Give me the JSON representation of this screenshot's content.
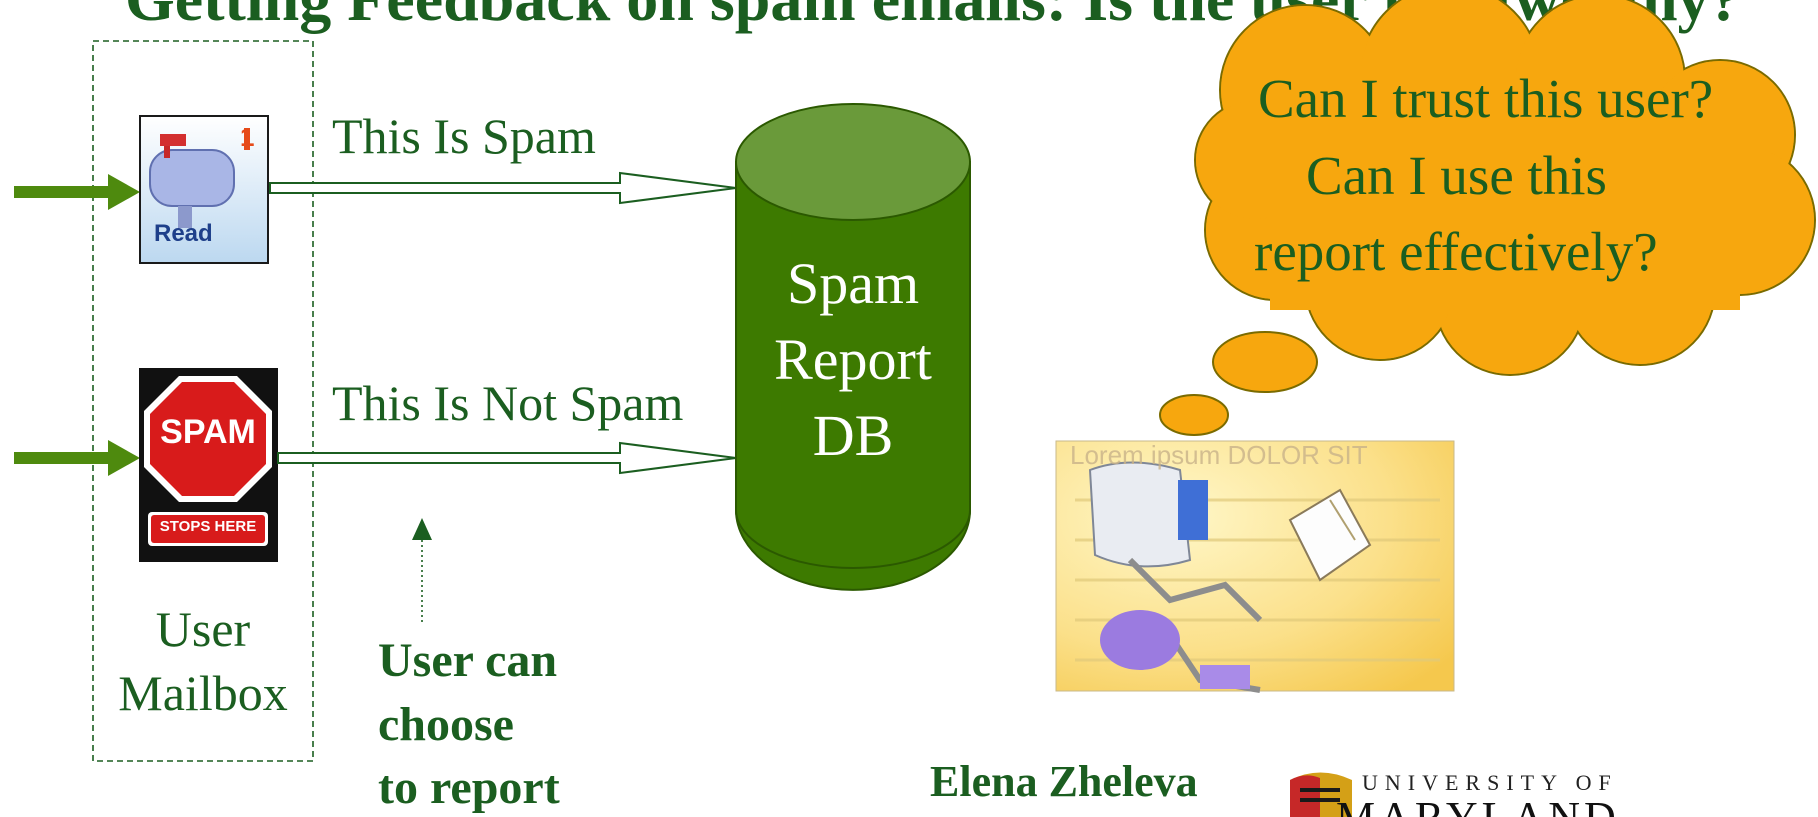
{
  "title": "Getting Feedback on spam emails: Is the user trustworthy?",
  "mailbox": {
    "read_icon_label": "Read",
    "read_icon_badge": "1",
    "spam_sign_label": "SPAM",
    "spam_sign_sublabel": "STOPS HERE",
    "label_line1": "User",
    "label_line2": "Mailbox"
  },
  "arrows": {
    "spam_label": "This Is Spam",
    "not_spam_label": "This Is Not Spam"
  },
  "database": {
    "line1": "Spam",
    "line2": "Report",
    "line3": "DB"
  },
  "user_note": {
    "line1": "User can",
    "line2": "choose",
    "line3": "to report"
  },
  "thought_bubble": {
    "line1": "Can I trust this user?",
    "line2": "Can I use this",
    "line3": "report effectively?"
  },
  "reader_image_text": "Lorem ipsum DOLOR SIT",
  "author": "Elena Zheleva",
  "logo": {
    "line1": "UNIVERSITY OF",
    "line2": "MARYLAND"
  },
  "colors": {
    "text_green": "#1b5e20",
    "db_fill": "#3d7a00",
    "db_top": "#6a9a3a",
    "bubble_fill": "#f7a70e",
    "arrow_green": "#4e8a0e"
  }
}
